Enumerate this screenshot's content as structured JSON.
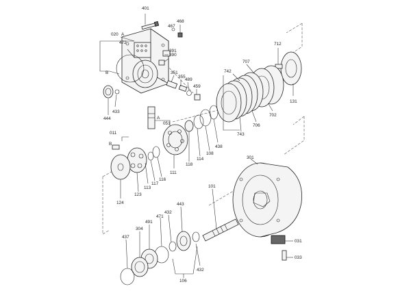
{
  "labels": {
    "p401": "401",
    "p468": "468",
    "p467": "467",
    "p020": "020",
    "pA1": "A",
    "p472": "472",
    "p390": "390",
    "p391": "391",
    "pB1": "B",
    "p351": "351",
    "p355": "355",
    "p489": "489",
    "p459": "459",
    "p444": "444",
    "p433": "433",
    "p712": "712",
    "p707": "707",
    "p742": "742",
    "p131": "131",
    "p702": "702",
    "p706": "706",
    "p743": "743",
    "pA2": "A",
    "p051": "051",
    "p011": "011",
    "pB2": "B",
    "p438": "438",
    "p108": "108",
    "p114": "114",
    "p118": "118",
    "p111": "111",
    "p116": "116",
    "p117": "117",
    "p113": "113",
    "p123": "123",
    "p124": "124",
    "p301": "301",
    "p101": "101",
    "p443": "443",
    "p432a": "432",
    "p471": "471",
    "p491": "491",
    "p304": "304",
    "p437": "437",
    "p106": "106",
    "p432b": "432",
    "p031": "031",
    "p033": "033"
  }
}
